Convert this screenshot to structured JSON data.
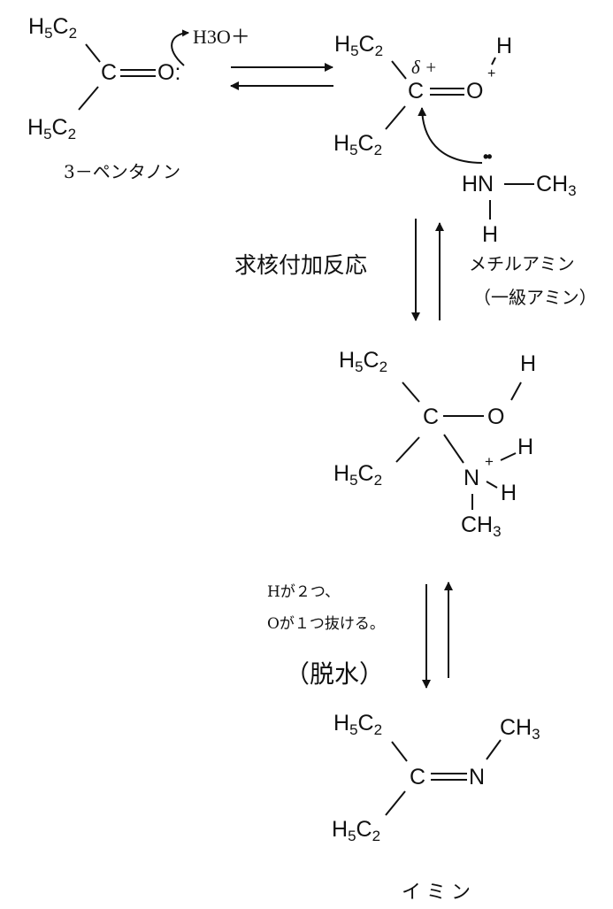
{
  "step1": {
    "reactant": {
      "substituent_top": {
        "main": "H",
        "sub1": "5",
        "main2": "C",
        "sub2": "2"
      },
      "substituent_bottom": {
        "main": "H",
        "sub1": "5",
        "main2": "C",
        "sub2": "2"
      },
      "carbon": "C",
      "oxygen": "O:",
      "name": "3－ペンタノン"
    },
    "acid": "H3O＋",
    "protonated": {
      "substituent_top": {
        "main": "H",
        "sub1": "5",
        "main2": "C",
        "sub2": "2"
      },
      "substituent_bottom": {
        "main": "H",
        "sub1": "5",
        "main2": "C",
        "sub2": "2"
      },
      "carbon": "C",
      "partial_charge": "δ +",
      "oxygen": "O",
      "oxygen_charge": "+",
      "hydrogen": "H"
    },
    "nucleophile": {
      "lone_pair": "••",
      "hn": "HN",
      "methyl": {
        "main": "CH",
        "sub": "3"
      },
      "hydrogen": "H",
      "name": "メチルアミン",
      "class": "（一級アミン）"
    }
  },
  "step2": {
    "label": "求核付加反応",
    "intermediate": {
      "substituent_top": {
        "main": "H",
        "sub1": "5",
        "main2": "C",
        "sub2": "2"
      },
      "substituent_bottom": {
        "main": "H",
        "sub1": "5",
        "main2": "C",
        "sub2": "2"
      },
      "carbon": "C",
      "oxygen": "O",
      "hydroxyl_h": "H",
      "nitrogen": "N",
      "nitrogen_charge": "+",
      "n_h1": "H",
      "n_h2": "H",
      "methyl": {
        "main": "CH",
        "sub": "3"
      }
    }
  },
  "step3": {
    "note_line1": "Hが２つ、",
    "note_line2": "Oが１つ抜ける。",
    "label": "（脱水）",
    "product": {
      "substituent_top": {
        "main": "H",
        "sub1": "5",
        "main2": "C",
        "sub2": "2"
      },
      "substituent_bottom": {
        "main": "H",
        "sub1": "5",
        "main2": "C",
        "sub2": "2"
      },
      "carbon": "C",
      "nitrogen": "N",
      "methyl": {
        "main": "CH",
        "sub": "3"
      },
      "name": "イミン"
    }
  }
}
